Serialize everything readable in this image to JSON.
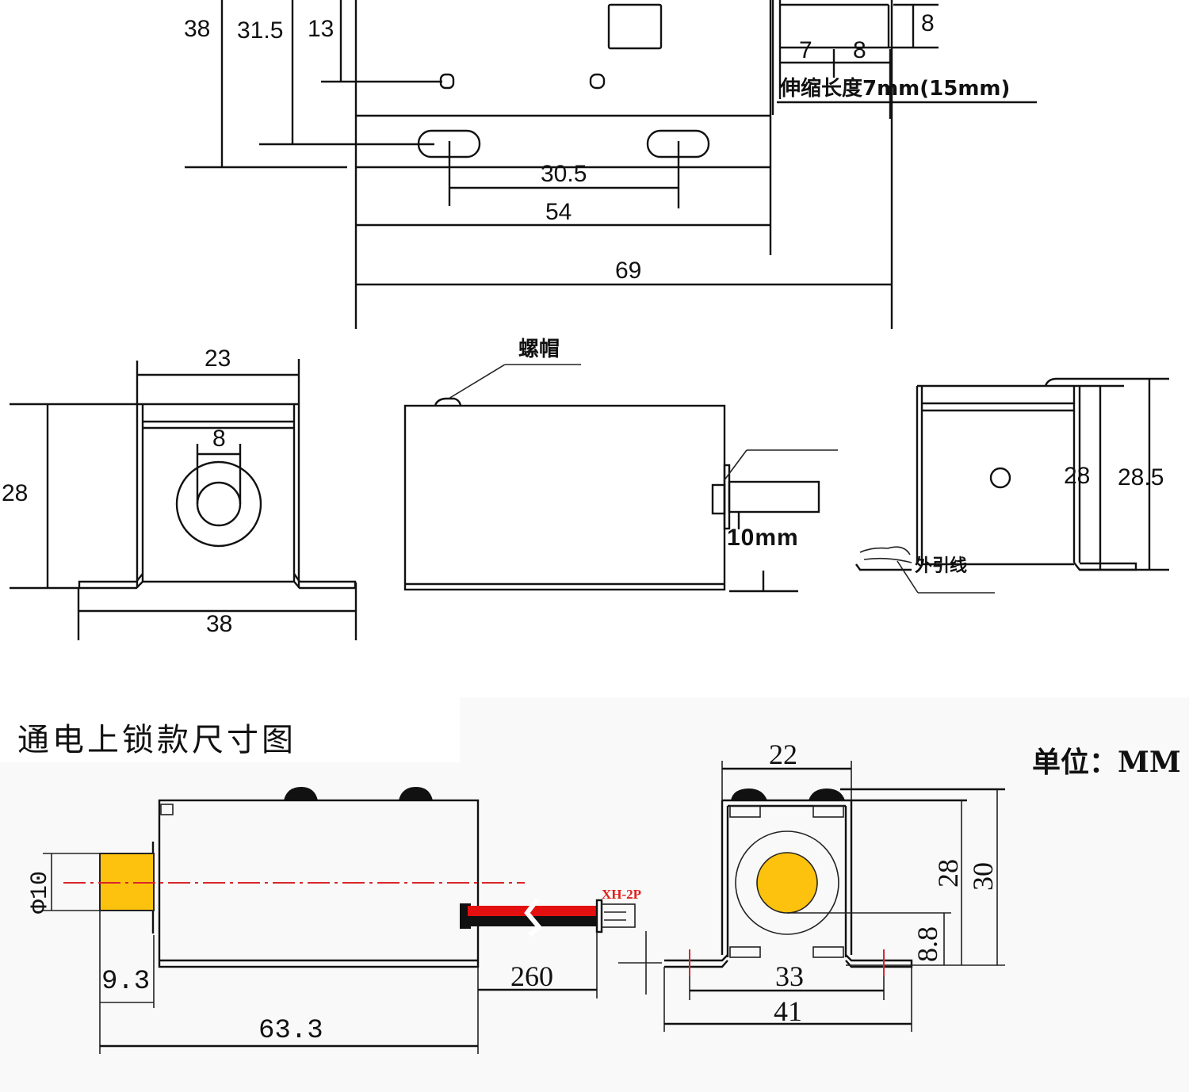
{
  "top_view": {
    "dims": {
      "height_38": "38",
      "height_31_5": "31.5",
      "height_13": "13",
      "slot_pitch": "30.5",
      "body_width": "54",
      "overall_width": "69",
      "tab_7": "7",
      "tab_8": "8",
      "tab_height_8": "8"
    },
    "stroke_note": "伸缩长度7mm(15mm)"
  },
  "front_view": {
    "dims": {
      "top_width": "23",
      "plunger_dia": "8",
      "height": "28",
      "base_width": "38"
    }
  },
  "side_view": {
    "screw_cap_label": "螺帽",
    "plunger_height": "10mm"
  },
  "rear_view": {
    "dims": {
      "height_28": "28",
      "height_28_5": "28.5"
    },
    "lead_wire_label": "外引线"
  },
  "powered_lock_section": {
    "title": "通电上锁款尺寸图",
    "unit_label": "单位：MM",
    "connector_label": "XH-2P",
    "side_dims": {
      "plunger_dia": "Φ10",
      "plunger_length": "9.3",
      "overall_length": "63.3",
      "wire_length": "260"
    },
    "end_dims": {
      "top_width": "22",
      "height_28": "28",
      "height_30": "30",
      "center_height": "8.8",
      "hole_pitch": "33",
      "base_width": "41"
    }
  },
  "colors": {
    "plunger_fill": "#fcc20d",
    "wire_red": "#e3100f",
    "wire_black": "#111111",
    "centerline": "#d9262c",
    "lower_background": "#f9f9f9"
  }
}
